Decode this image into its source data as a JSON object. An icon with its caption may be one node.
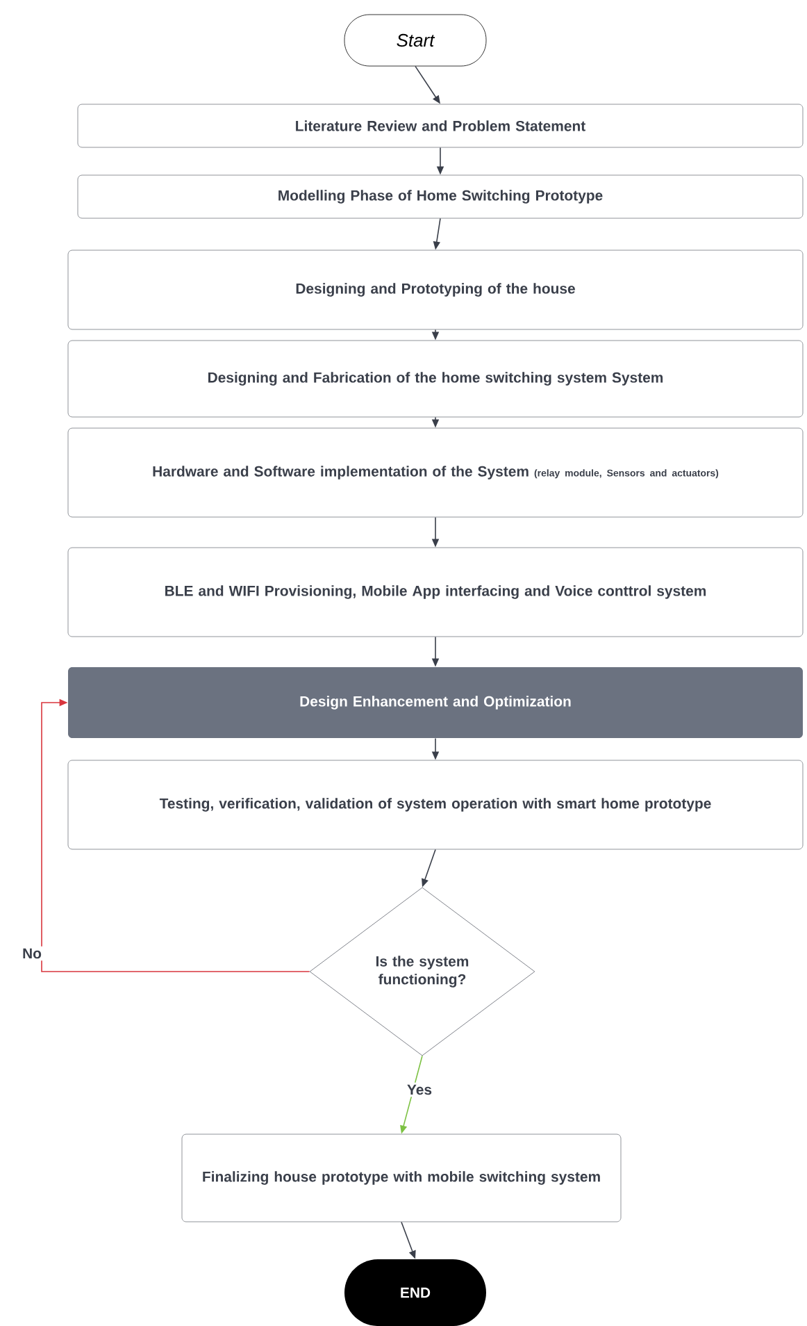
{
  "diagram": {
    "nodes": [
      {
        "text": [
          "Start"
        ]
      },
      {
        "text": [
          "Literature Review and Problem Statement"
        ]
      },
      {
        "text": [
          "Modelling Phase of Home Switching Prototype"
        ]
      },
      {
        "text": [
          "Designing and Prototyping of the house"
        ]
      },
      {
        "text": [
          "Designing and Fabrication of the home switching system System"
        ]
      },
      {
        "text": [
          "Hardware and Software implementation of the System",
          "(relay module, Sensors and actuators)"
        ]
      },
      {
        "text": [
          "BLE and WIFI Provisioning,  Mobile App interfacing and Voice conttrol system"
        ]
      },
      {
        "text": [
          "Design Enhancement and Optimization"
        ]
      },
      {
        "text": [
          "Testing, verification, validation of system operation with smart home prototype"
        ]
      },
      {
        "text": [
          "Is the system functioning?"
        ]
      },
      {
        "text": [
          "Finalizing house prototype with mobile switching  system"
        ]
      },
      {
        "text": [
          "END"
        ]
      }
    ],
    "edges": [
      {
        "from": 0,
        "to": 1,
        "arrow": "to"
      },
      {
        "from": 1,
        "to": 2,
        "arrow": "to"
      },
      {
        "from": 2,
        "to": 3,
        "arrow": "to"
      },
      {
        "from": 3,
        "to": 4,
        "arrow": "to"
      },
      {
        "from": 4,
        "to": 5,
        "arrow": "to"
      },
      {
        "from": 5,
        "to": 6,
        "arrow": "to"
      },
      {
        "from": 6,
        "to": 7,
        "arrow": "to"
      },
      {
        "from": 7,
        "to": 8,
        "arrow": "to"
      },
      {
        "from": 8,
        "to": 9,
        "arrow": "to"
      },
      {
        "from": 9,
        "to": 7,
        "arrow": "to",
        "label": "No",
        "color": "#d9363e"
      },
      {
        "from": 9,
        "to": 10,
        "arrow": "to",
        "label": "Yes",
        "color": "#7cc142"
      },
      {
        "from": 10,
        "to": 11,
        "arrow": "to"
      }
    ]
  }
}
